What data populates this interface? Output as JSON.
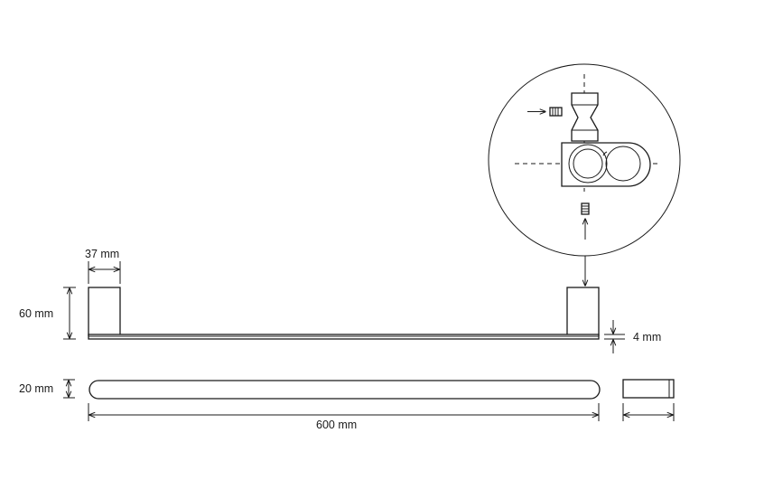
{
  "dimensions": {
    "holder_width": "37 mm",
    "holder_height": "60 mm",
    "bar_thickness": "4 mm",
    "bar_depth": "20 mm",
    "total_length": "600 mm"
  },
  "colors": {
    "line": "#1a1a1a",
    "background": "#ffffff"
  }
}
